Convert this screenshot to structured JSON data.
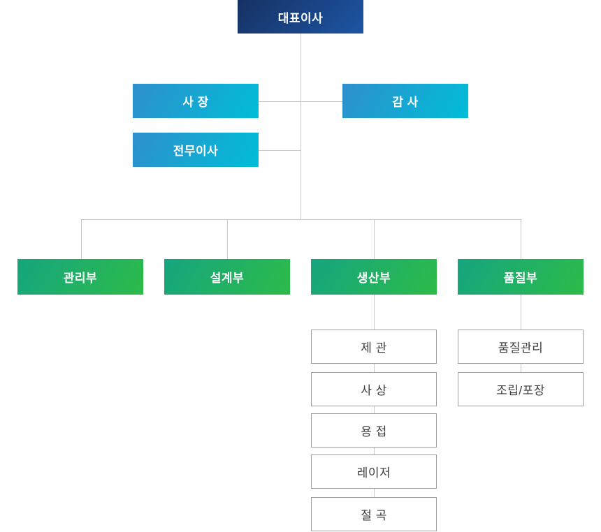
{
  "org": {
    "title": "organization-chart",
    "ceo": {
      "label": "대표이사"
    },
    "president": {
      "label": "사 장"
    },
    "executive_director": {
      "label": "전무이사"
    },
    "auditor": {
      "label": "감 사"
    },
    "departments": [
      {
        "id": "management",
        "label": "관리부"
      },
      {
        "id": "design",
        "label": "설계부"
      },
      {
        "id": "production",
        "label": "생산부"
      },
      {
        "id": "quality",
        "label": "품질부"
      }
    ],
    "production_teams": [
      "제 관",
      "사 상",
      "용 접",
      "레이저",
      "절 곡"
    ],
    "quality_teams": [
      "품질관리",
      "조립/포장"
    ],
    "colors": {
      "ceo_gradient_start": "#163162",
      "ceo_gradient_end": "#1d55a5",
      "exec_gradient_start": "#2e8fcc",
      "exec_gradient_end": "#00bdd9",
      "dept_gradient_start": "#15a57f",
      "dept_gradient_end": "#2dbb49",
      "team_border": "#9d9d9d",
      "team_text": "#3a3a3a",
      "connector_line": "#c8c8c8",
      "box_text": "#ffffff"
    }
  }
}
